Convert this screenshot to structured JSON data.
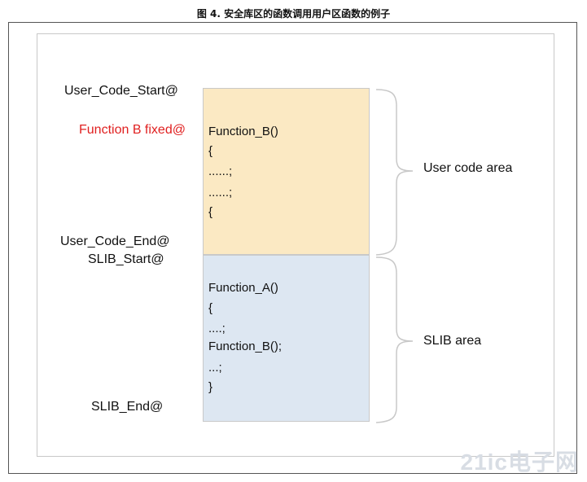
{
  "caption": "图 4. 安全库区的函数调用用户区函数的例子",
  "labels": {
    "user_code_start": "User_Code_Start@",
    "function_b_fixed": "Function B fixed@",
    "user_code_end": "User_Code_End@",
    "slib_start": "SLIB_Start@",
    "slib_end": "SLIB_End@"
  },
  "user_block": {
    "lines": [
      "Function_B()",
      "{",
      "......;",
      "......;",
      "{"
    ]
  },
  "slib_block": {
    "lines": [
      "Function_A()",
      "{",
      "....;",
      "Function_B();",
      "...;",
      "}"
    ]
  },
  "areas": {
    "user_code_area": "User code area",
    "slib_area": "SLIB area"
  },
  "colors": {
    "user_block": "#fbe9c3",
    "slib_block": "#dde7f2",
    "highlight": "#e02020"
  },
  "watermark": "21ic电子网"
}
